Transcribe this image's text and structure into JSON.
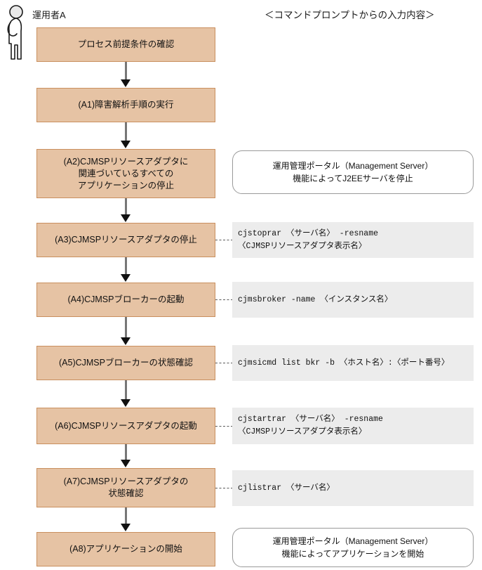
{
  "actor": {
    "icon": "person-icon",
    "label": "運用者A"
  },
  "header": {
    "right_column_title": "＜コマンドプロンプトからの入力内容＞"
  },
  "colors": {
    "process_fill": "#e6c3a4",
    "process_border": "#c98f5e",
    "command_fill": "#ececec",
    "note_border": "#9a9a9a",
    "arrow_line": "#777777",
    "arrow_head": "#111111"
  },
  "flow": {
    "steps": [
      {
        "id": "start",
        "label": "プロセス前提条件の確認"
      },
      {
        "id": "a1",
        "label": "(A1)障害解析手順の実行"
      },
      {
        "id": "a2",
        "label": "(A2)CJMSPリソースアダプタに\n関連づいているすべての\nアプリケーションの停止"
      },
      {
        "id": "a3",
        "label": "(A3)CJMSPリソースアダプタの停止"
      },
      {
        "id": "a4",
        "label": "(A4)CJMSPブローカーの起動"
      },
      {
        "id": "a5",
        "label": "(A5)CJMSPブローカーの状態確認"
      },
      {
        "id": "a6",
        "label": "(A6)CJMSPリソースアダプタの起動"
      },
      {
        "id": "a7",
        "label": "(A7)CJMSPリソースアダプタの\n状態確認"
      },
      {
        "id": "a8",
        "label": "(A8)アプリケーションの開始"
      }
    ]
  },
  "annotations": {
    "a2_note": "運用管理ポータル（Management Server）\n機能によってJ2EEサーバを停止",
    "a3_command": "cjstoprar 〈サーバ名〉 -resname\n〈CJMSPリソースアダプタ表示名〉",
    "a4_command": "cjmsbroker -name 〈インスタンス名〉",
    "a5_command": "cjmsicmd list bkr -b 〈ホスト名〉:〈ポート番号〉",
    "a6_command": "cjstartrar 〈サーバ名〉 -resname\n〈CJMSPリソースアダプタ表示名〉",
    "a7_command": "cjlistrar 〈サーバ名〉",
    "a8_note": "運用管理ポータル（Management Server）\n機能によってアプリケーションを開始"
  }
}
